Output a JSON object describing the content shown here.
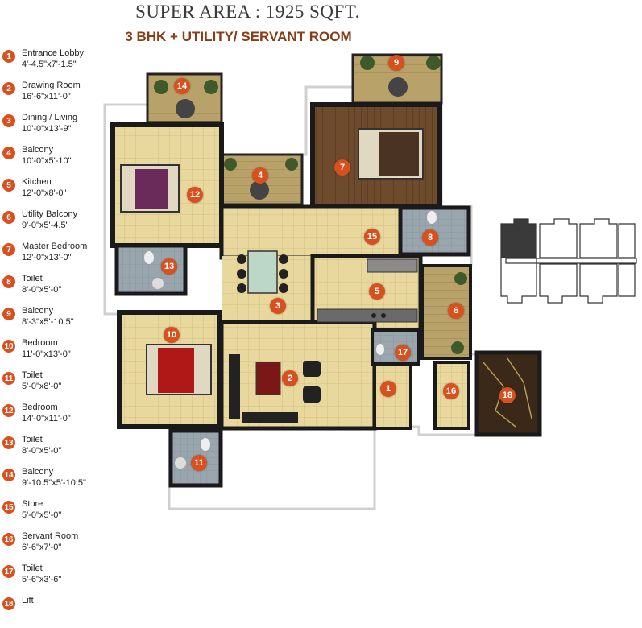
{
  "header": {
    "title": "SUPER AREA : 1925 SQFT.",
    "subtitle": "3 BHK + UTILITY/ SERVANT ROOM"
  },
  "colors": {
    "accent": "#d9501f",
    "subtitle": "#8a3c16",
    "floor_tile": "#e6d59a",
    "wall": "#1a1a1a",
    "wood_floor": "#6b4a2e"
  },
  "legend": [
    {
      "num": "1",
      "name": "Entrance Lobby",
      "dim": "4'-4.5\"x7'-1.5\""
    },
    {
      "num": "2",
      "name": "Drawing Room",
      "dim": "16'-6\"x11'-0\""
    },
    {
      "num": "3",
      "name": "Dining / Living",
      "dim": "10'-0\"x13'-9\""
    },
    {
      "num": "4",
      "name": "Balcony",
      "dim": "10'-0\"x5'-10\""
    },
    {
      "num": "5",
      "name": "Kitchen",
      "dim": "12'-0\"x8'-0\""
    },
    {
      "num": "6",
      "name": "Utility Balcony",
      "dim": "9'-0\"x5'-4.5\""
    },
    {
      "num": "7",
      "name": "Master Bedroom",
      "dim": "12'-0\"x13'-0\""
    },
    {
      "num": "8",
      "name": "Toilet",
      "dim": "8'-0\"x5'-0\""
    },
    {
      "num": "9",
      "name": "Balcony",
      "dim": "8'-3\"x5'-10.5\""
    },
    {
      "num": "10",
      "name": "Bedroom",
      "dim": "11'-0\"x13'-0\""
    },
    {
      "num": "11",
      "name": "Toilet",
      "dim": "5'-0\"x8'-0\""
    },
    {
      "num": "12",
      "name": "Bedroom",
      "dim": "14'-0\"x11'-0\""
    },
    {
      "num": "13",
      "name": "Toilet",
      "dim": "8'-0\"x5'-0\""
    },
    {
      "num": "14",
      "name": "Balcony",
      "dim": "9'-10.5\"x5'-10.5\""
    },
    {
      "num": "15",
      "name": "Store",
      "dim": "5'-0\"x5'-0\""
    },
    {
      "num": "16",
      "name": "Servant Room",
      "dim": "6'-6\"x7'-0\""
    },
    {
      "num": "17",
      "name": "Toilet",
      "dim": "5'-6\"x3'-6\""
    },
    {
      "num": "18",
      "name": "Lift",
      "dim": ""
    }
  ],
  "plan_labels": [
    "1",
    "2",
    "3",
    "4",
    "5",
    "6",
    "7",
    "8",
    "9",
    "10",
    "11",
    "12",
    "13",
    "14",
    "15",
    "16",
    "17",
    "18"
  ],
  "icons": [
    "bed-icon",
    "sofa-icon",
    "dining-table-icon",
    "plant-icon",
    "toilet-icon",
    "kitchen-counter-icon",
    "lift-icon"
  ]
}
